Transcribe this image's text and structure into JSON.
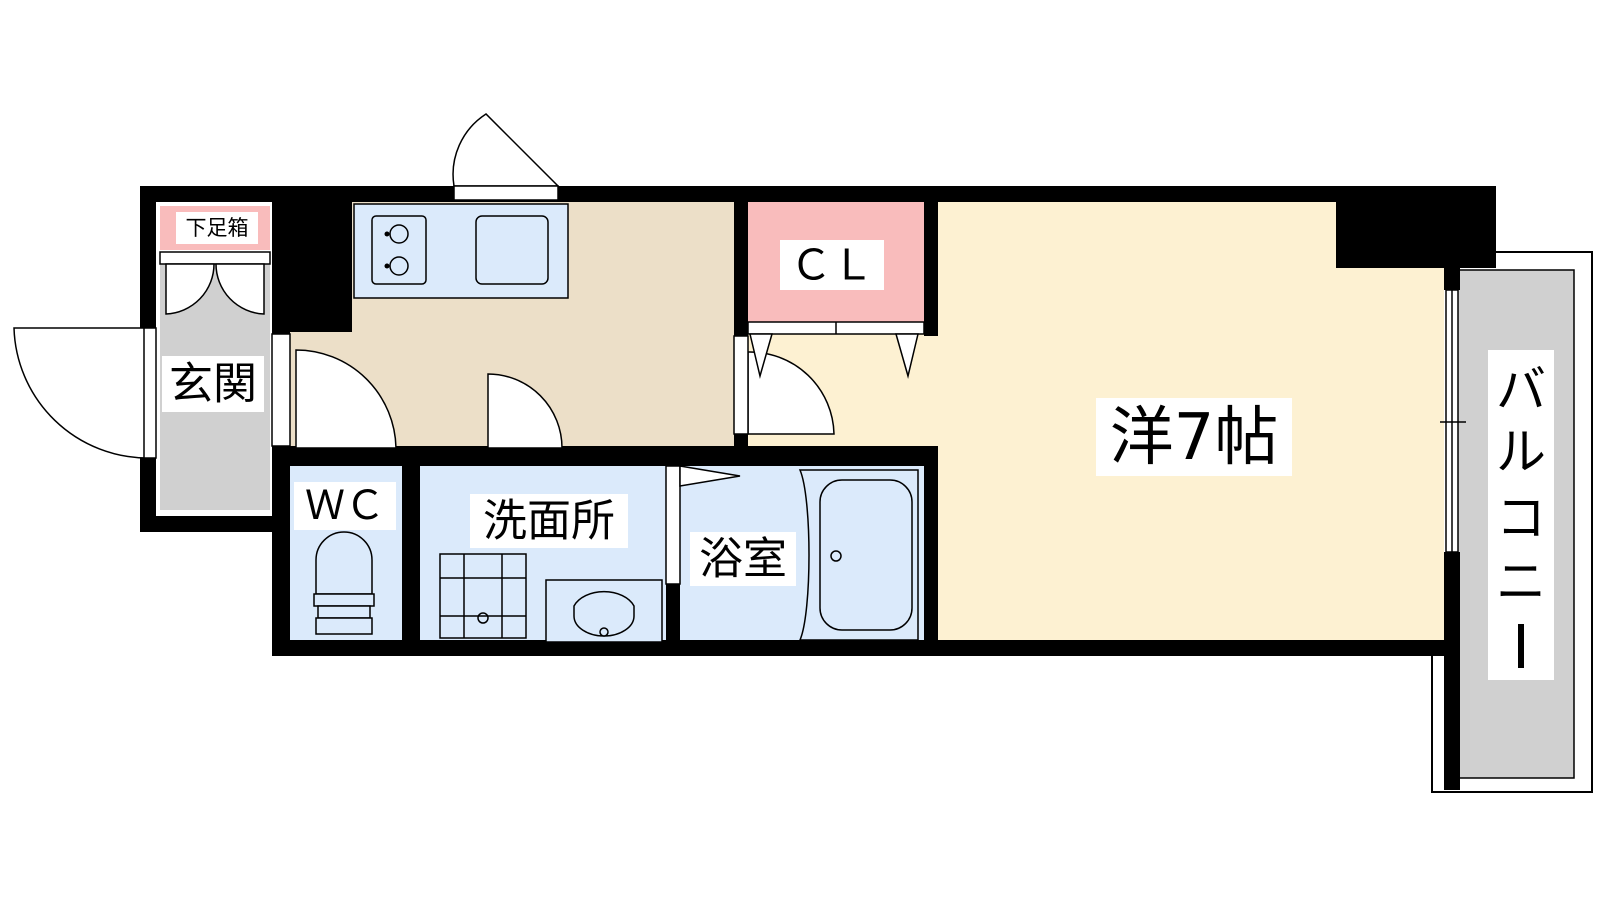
{
  "rooms": {
    "shoe_box": "下足箱",
    "entrance": "玄関",
    "closet": "ＣＬ",
    "western_room": "洋7帖",
    "toilet": "ＷＣ",
    "washroom": "洗面所",
    "bathroom": "浴室",
    "balcony": [
      "バ",
      "ル",
      "コ",
      "ニ",
      "ー"
    ]
  },
  "colors": {
    "wall": "#000000",
    "entrance_floor": "#d0d0d0",
    "balcony_floor": "#d0d0d0",
    "kitchen_floor": "#ecdfc8",
    "western_floor": "#fdf1d2",
    "closet_floor": "#f9bcbc",
    "shoe_box": "#f9bcbc",
    "wet_area_floor": "#dbeafb",
    "fixture_fill": "#dbeafb"
  },
  "icons": [
    "door-swing-icon",
    "stove-icon",
    "sink-icon",
    "toilet-icon",
    "washing-machine-icon",
    "washbasin-icon",
    "bathtub-icon"
  ]
}
